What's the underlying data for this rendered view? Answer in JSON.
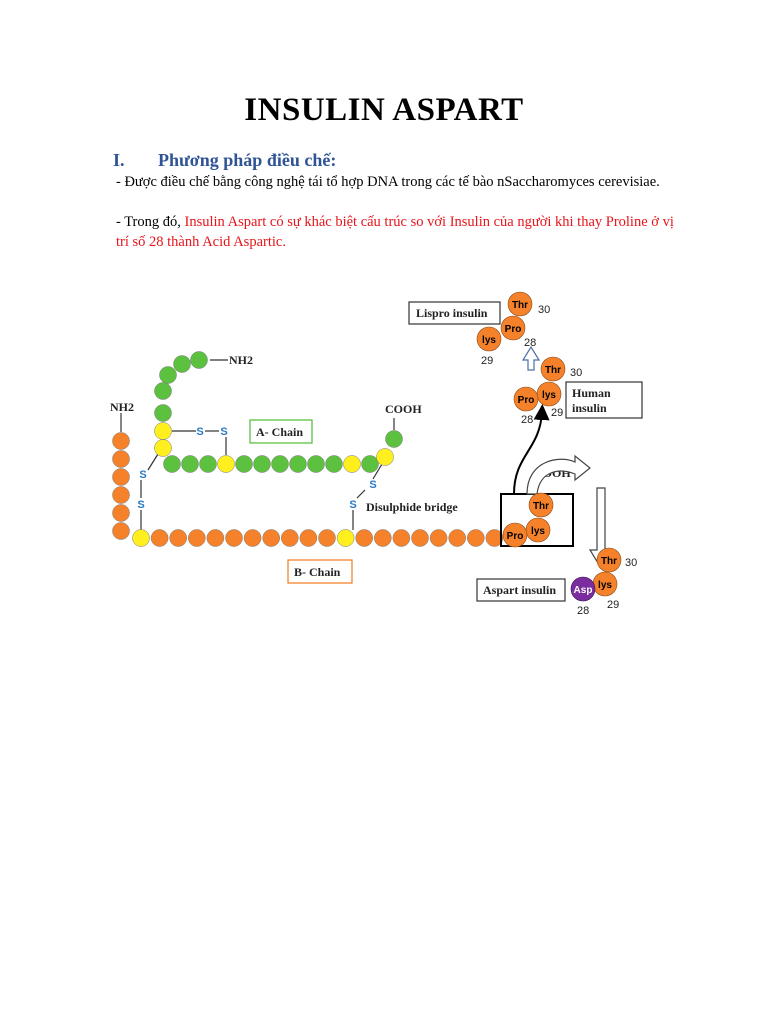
{
  "document": {
    "title": "INSULIN ASPART",
    "section": {
      "number": "I.",
      "heading": "Phương pháp điều chế:"
    },
    "para1": "- Được điều chế bằng công nghệ tái tổ hợp DNA trong các tế bào nSaccharomyces cerevisiae.",
    "para2_prefix": "- Trong đó, ",
    "para2_red": "Insulin Aspart có sự khác biệt cấu trúc so với Insulin của người khi thay Proline ở vị trí số 28 thành Acid Aspartic."
  },
  "diagram": {
    "colors": {
      "green": "#5cc13f",
      "orange": "#f5822a",
      "yellow": "#ffef1f",
      "purple": "#7b2d9f",
      "sulfur": "#2a7ac5"
    },
    "nh2_a": "NH2",
    "nh2_b": "NH2",
    "cooh_a": "COOH",
    "cooh_b": "COOH",
    "sulfur": "S",
    "a_chain_label": "A- Chain",
    "b_chain_label": "B- Chain",
    "disulphide_label": "Disulphide bridge",
    "lispro_label": "Lispro insulin",
    "human_label_1": "Human",
    "human_label_2": "insulin",
    "aspart_label": "Aspart insulin",
    "thr": "Thr",
    "pro": "Pro",
    "lys": "lys",
    "asp": "Asp",
    "n28": "28",
    "n29": "29",
    "n30": "30"
  }
}
